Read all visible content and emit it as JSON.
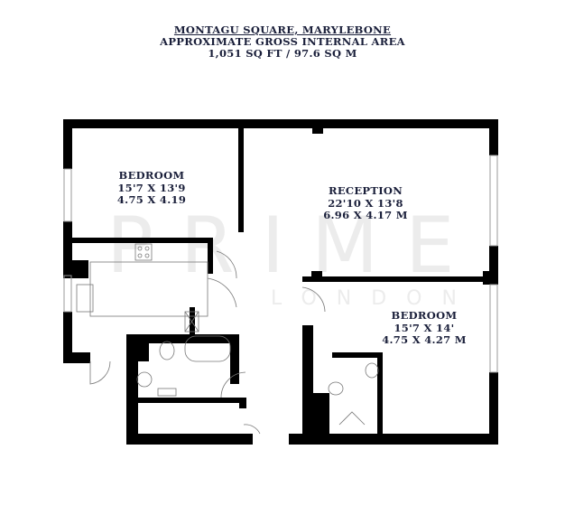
{
  "header": {
    "line1": "MONTAGU SQUARE, MARYLEBONE",
    "line2": "APPROXIMATE GROSS INTERNAL AREA",
    "line3": "1,051 SQ FT / 97.6 SQ M"
  },
  "rooms": [
    {
      "name": "BEDROOM",
      "imperial": "15'7 X 13'9",
      "metric": "4.75 X 4.19"
    },
    {
      "name": "RECEPTION",
      "imperial": "22'10 X 13'8",
      "metric": "6.96 X 4.17 M"
    },
    {
      "name": "BEDROOM",
      "imperial": "15'7 X 14'",
      "metric": "4.75 X 4.27 M"
    }
  ],
  "watermark": {
    "brand": "PRIME",
    "sub": "LONDON"
  },
  "colors": {
    "wall": "#000000",
    "text": "#1a1f3a",
    "fixture": "#888888",
    "watermark": "#ececec"
  }
}
